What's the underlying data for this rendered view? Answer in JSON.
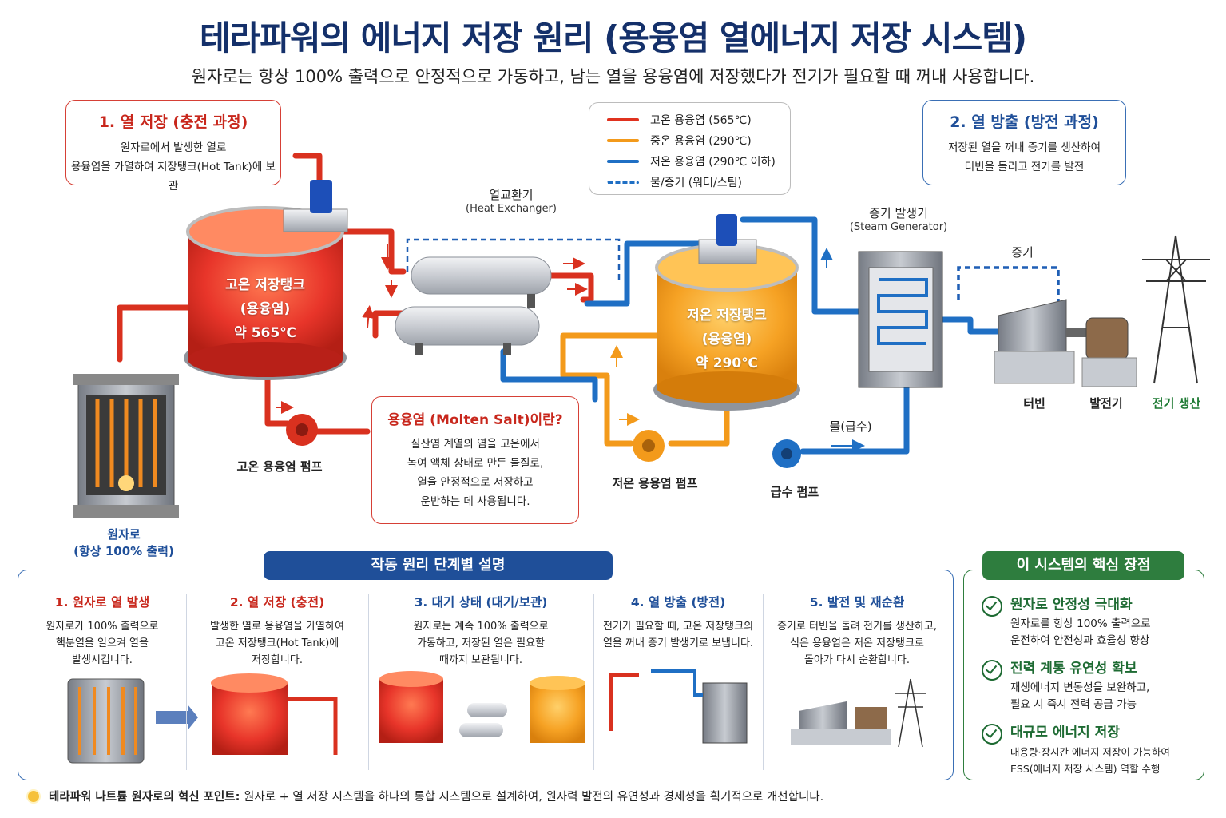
{
  "header": {
    "title": "테라파워의 에너지 저장 원리 (용융염 열에너지 저장 시스템)",
    "subtitle": "원자로는 항상 100% 출력으로 안정적으로 가동하고, 남는 열을 용융염에 저장했다가 전기가 필요할 때 꺼내 사용합니다."
  },
  "charge_box": {
    "title": "1. 열 저장 (충전 과정)",
    "line1": "원자로에서 발생한 열로",
    "line2": "용융염을 가열하여 저장탱크(Hot Tank)에 보관"
  },
  "discharge_box": {
    "title": "2. 열 방출 (방전 과정)",
    "line1": "저장된 열을 꺼내 증기를 생산하여",
    "line2": "터빈을 돌리고 전기를 발전"
  },
  "legend": {
    "items": [
      {
        "label": "고온 용융염 (565℃)",
        "color": "#e0321f",
        "style": "solid"
      },
      {
        "label": "중온 용융염 (290℃)",
        "color": "#f39a1b",
        "style": "solid"
      },
      {
        "label": "저온 용융염 (290℃ 이하)",
        "color": "#1f6fc4",
        "style": "solid"
      },
      {
        "label": "물/증기 (워터/스팀)",
        "color": "#1f6fc4",
        "style": "dashed"
      }
    ]
  },
  "diagram": {
    "hot_tank": {
      "line1": "고온 저장탱크",
      "line2": "(용융염)",
      "line3": "약 565℃"
    },
    "cold_tank": {
      "line1": "저온 저장탱크",
      "line2": "(용융염)",
      "line3": "약 290℃"
    },
    "heat_exchanger": {
      "name": "열교환기",
      "sub": "(Heat Exchanger)"
    },
    "steam_generator": {
      "name": "증기 발생기",
      "sub": "(Steam Generator)"
    },
    "steam_label": "증기",
    "feedwater_label": "물(급수)",
    "hot_pump": "고온 용융염 펌프",
    "cold_pump": "저온 용융염 펌프",
    "feed_pump": "급수 펌프",
    "reactor": {
      "line1": "원자로",
      "line2": "(항상 100% 출력)"
    },
    "turbine": "터빈",
    "generator": "발전기",
    "power": "전기 생산"
  },
  "molten_salt_box": {
    "title": "용융염 (Molten Salt)이란?",
    "lines": [
      "질산염 계열의 염을 고온에서",
      "녹여 액체 상태로 만든 물질로,",
      "열을 안정적으로 저장하고",
      "운반하는 데 사용됩니다."
    ]
  },
  "steps": {
    "header": "작동 원리 단계별 설명",
    "items": [
      {
        "title": "1. 원자로 열 발생",
        "lines": [
          "원자로가 100% 출력으로",
          "핵분열을 일으켜 열을",
          "발생시킵니다."
        ]
      },
      {
        "title": "2. 열 저장 (충전)",
        "lines": [
          "발생한 열로 용융염을 가열하여",
          "고온 저장탱크(Hot Tank)에",
          "저장합니다."
        ]
      },
      {
        "title": "3. 대기 상태 (대기/보관)",
        "lines": [
          "원자로는 계속 100% 출력으로",
          "가동하고, 저장된 열은 필요할",
          "때까지 보관됩니다."
        ]
      },
      {
        "title": "4. 열 방출 (방전)",
        "lines": [
          "전기가 필요할 때, 고온 저장탱크의",
          "열을 꺼내 증기 발생기로 보냅니다."
        ]
      },
      {
        "title": "5. 발전 및 재순환",
        "lines": [
          "증기로 터빈을 돌려 전기를 생산하고,",
          "식은 용융염은 저온 저장탱크로",
          "돌아가 다시 순환합니다."
        ]
      }
    ]
  },
  "advantages": {
    "header": "이 시스템의 핵심 장점",
    "items": [
      {
        "title": "원자로 안정성 극대화",
        "lines": [
          "원자로를 항상 100% 출력으로",
          "운전하여 안전성과 효율성 향상"
        ]
      },
      {
        "title": "전력 계통 유연성 확보",
        "lines": [
          "재생에너지 변동성을 보완하고,",
          "필요 시 즉시 전력 공급 가능"
        ]
      },
      {
        "title": "대규모 에너지 저장",
        "lines": [
          "대용량·장시간 에너지 저장이 가능하여",
          "ESS(에너지 저장 시스템) 역할 수행"
        ]
      }
    ]
  },
  "footer": {
    "bold": "테라파워 나트륨 원자로의 혁신 포인트:",
    "text": " 원자로 + 열 저장 시스템을 하나의 통합 시스템으로 설계하여, 원자력 발전의 유연성과 경제성을 획기적으로 개선합니다."
  }
}
